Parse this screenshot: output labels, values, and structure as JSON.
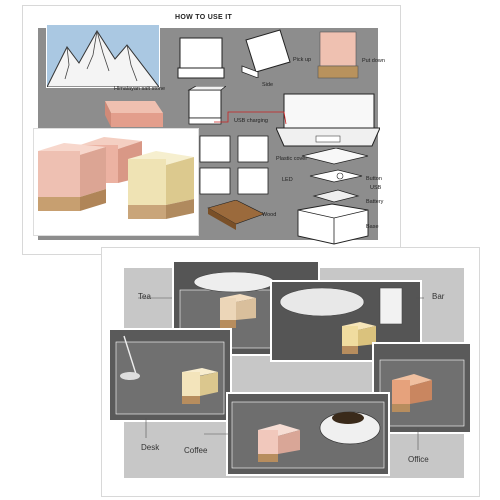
{
  "top_panel": {
    "title": "HOW TO USE IT",
    "labels": {
      "stone": "Himalayan salt stone",
      "pick_up": "Pick up",
      "put_down": "Put down",
      "side": "Side",
      "usb_charging": "USB charging",
      "plastic_cover": "Plastic cover",
      "led": "LED",
      "button": "Button",
      "usb": "USB",
      "battery": "Battery",
      "wood": "Wood",
      "base": "Base"
    }
  },
  "bottom_panel": {
    "scenes": {
      "tea": "Tea",
      "bar": "Bar",
      "desk": "Desk",
      "coffee": "Coffee",
      "office": "Office"
    }
  },
  "colors": {
    "panel_gray": "#8a8a8a",
    "lamp_pink": "#e9b5a8",
    "lamp_yellow": "#efe3b4",
    "wood": "#c9a57a"
  }
}
